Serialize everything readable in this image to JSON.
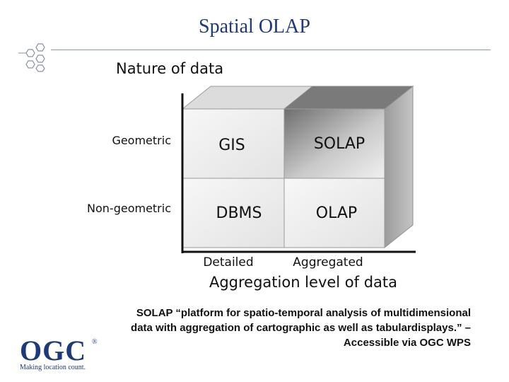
{
  "slide": {
    "title": "Spatial OLAP",
    "caption_line1": "SOLAP “platform for spatio-temporal analysis of multidimensional",
    "caption_line2": "data with aggregation of cartographic as well as tabulardisplays.” –",
    "caption_line3": "Accessible via OGC WPS"
  },
  "diagram": {
    "y_axis_title": "Nature of data",
    "row_labels": [
      "Geometric",
      "Non-geometric"
    ],
    "col_labels": [
      "Detailed",
      "Aggregated"
    ],
    "x_axis_title": "Aggregation level of data",
    "cells": {
      "top_left": "GIS",
      "top_right": "SOLAP",
      "bottom_left": "DBMS",
      "bottom_right": "OLAP"
    }
  },
  "logo": {
    "name": "OGC",
    "registered": "®",
    "tagline": "Making location count."
  },
  "colors": {
    "title": "#1f3a78",
    "cell_light": "#f2f2f2",
    "cell_dark": "#9a9a9a",
    "side_face": "#b8b8b8",
    "top_face": "#d8d8d8"
  }
}
